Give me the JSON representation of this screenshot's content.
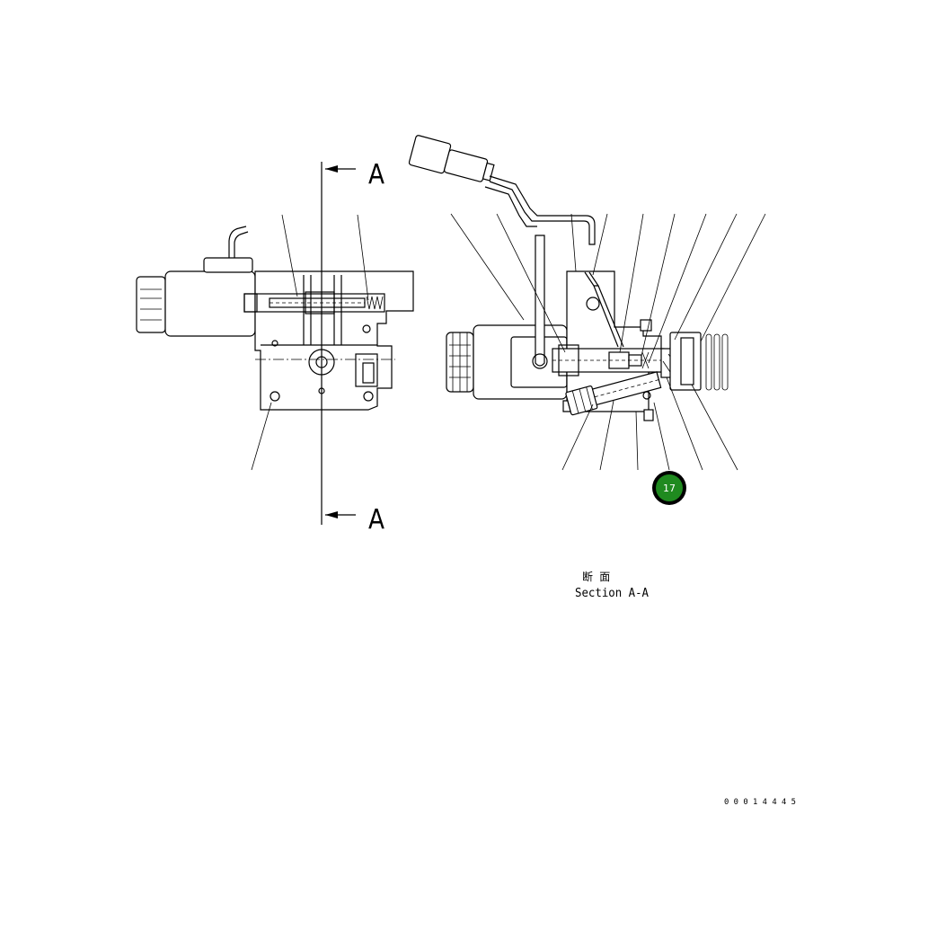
{
  "section_markers": {
    "top_letter": "A",
    "bottom_letter": "A"
  },
  "section_caption": {
    "japanese": "断 面",
    "english": "Section A-A"
  },
  "callout": {
    "number": "17",
    "fill_color": "#1f8a1f",
    "ring_color": "#000000"
  },
  "drawing_number": "0 0 0 1 4 4 4 5"
}
